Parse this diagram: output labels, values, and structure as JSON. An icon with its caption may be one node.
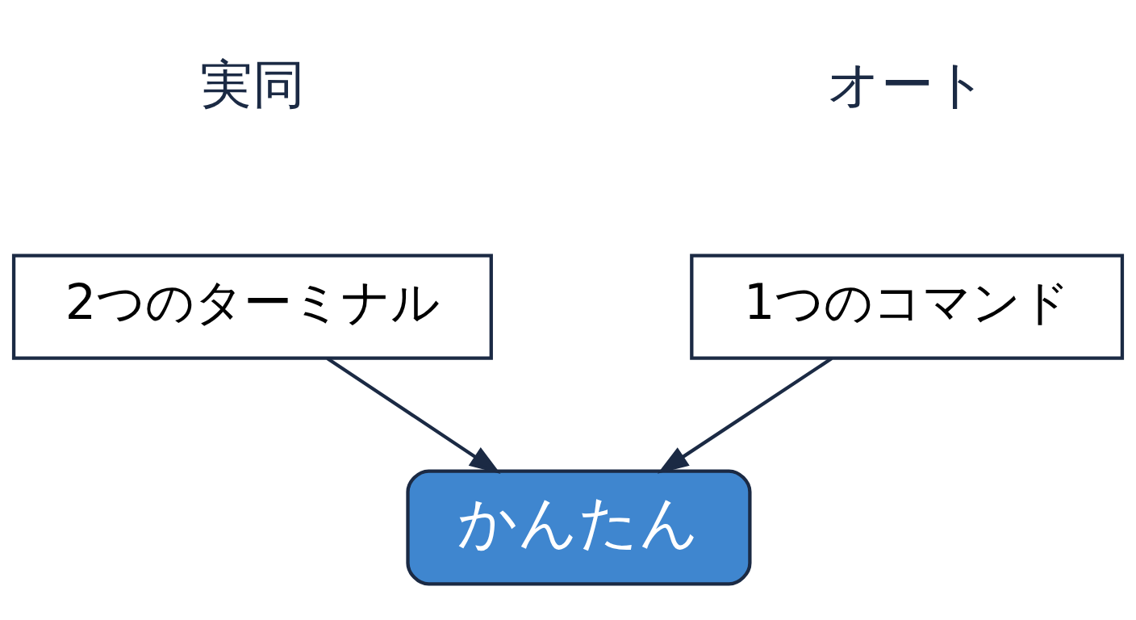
{
  "diagram": {
    "nodes": [
      {
        "text": [
          "2つのターミナル"
        ]
      },
      {
        "text": [
          "1つのコマンド"
        ]
      },
      {
        "text": [
          "かんたん"
        ]
      }
    ],
    "edges": [
      {
        "from": 0,
        "to": 2,
        "arrow": "to"
      },
      {
        "from": 1,
        "to": 2,
        "arrow": "to"
      }
    ],
    "labels": [
      "実同",
      "オート"
    ]
  }
}
